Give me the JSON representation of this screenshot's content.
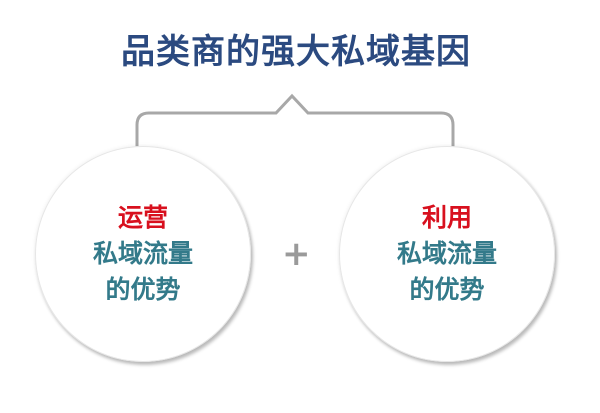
{
  "title": "品类商的强大私域基因",
  "left": {
    "highlight": "运营",
    "line1": "私域流量",
    "line2": "的优势"
  },
  "operator": "+",
  "right": {
    "highlight": "利用",
    "line1": "私域流量",
    "line2": "的优势"
  },
  "colors": {
    "title": "#2b4a80",
    "highlight": "#d8101e",
    "body": "#337a8a",
    "bracket": "#a8a8a8"
  }
}
